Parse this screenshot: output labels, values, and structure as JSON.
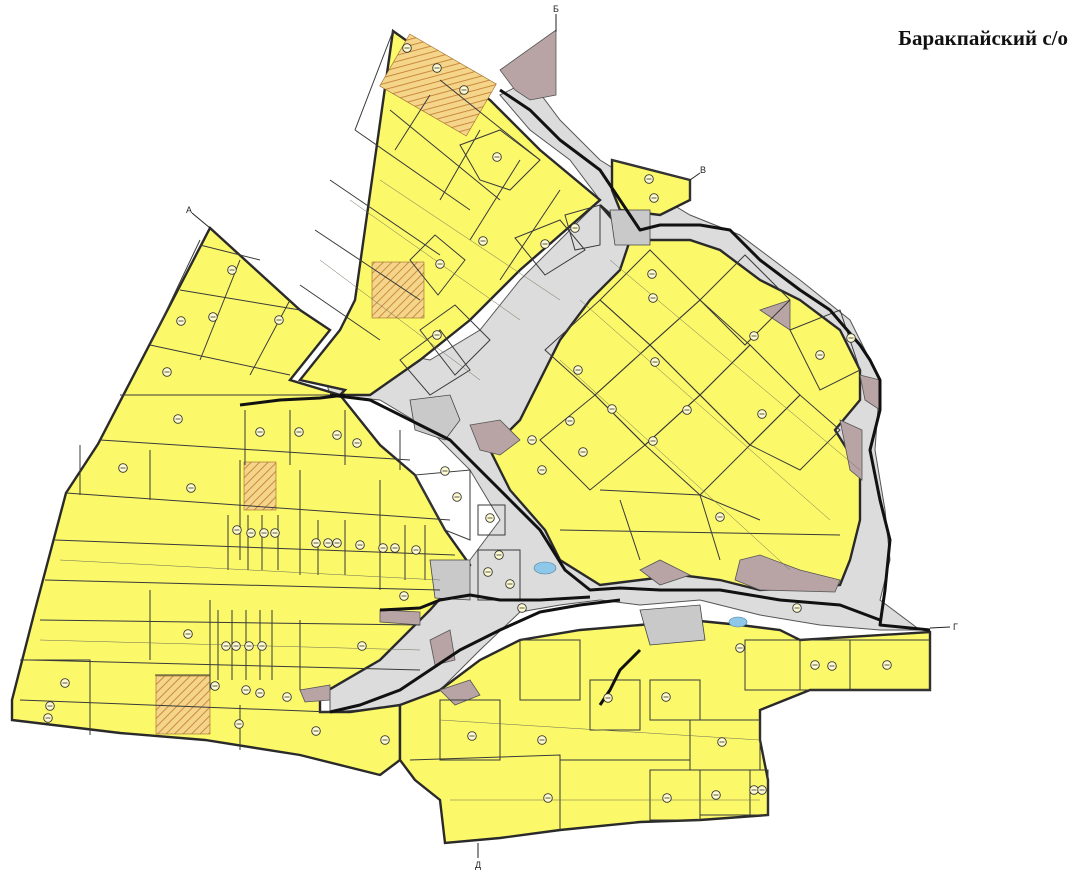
{
  "map": {
    "title": "Баракпайский с/о",
    "corners": [
      "А",
      "Б",
      "В",
      "Г",
      "Д"
    ]
  },
  "colors": {
    "agricultural_land": "#fbf86a",
    "settlement_land": "#dcdcdc",
    "other_land": "#b8a3a5",
    "water": "#8fc7e8",
    "boundary": "#2a2a2a"
  }
}
